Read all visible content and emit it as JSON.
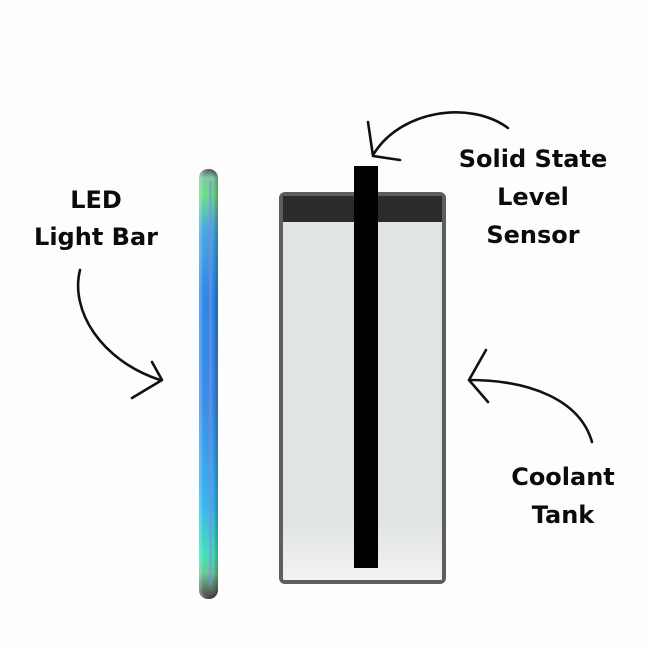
{
  "diagram": {
    "labels": {
      "led_light_bar": [
        "LED",
        "Light Bar"
      ],
      "solid_state_level_sensor": [
        "Solid State",
        "Level",
        "Sensor"
      ],
      "coolant_tank": [
        "Coolant",
        "Tank"
      ]
    },
    "components": {
      "led_bar": {
        "colors": [
          "#6fdc8a",
          "#2f86e8",
          "#39b4ee",
          "#46e0b6"
        ],
        "end_cap_color": "#555555"
      },
      "tank": {
        "fill_color": "#e0e4e3",
        "border_color": "#5e5e5e",
        "cap_color": "#2c2c2c"
      },
      "sensor": {
        "color": "#000000"
      }
    },
    "arrows": [
      {
        "from": "led_light_bar",
        "to": "led_bar",
        "icon": "curved-arrow-icon"
      },
      {
        "from": "solid_state_level_sensor",
        "to": "sensor",
        "icon": "curved-arrow-icon"
      },
      {
        "from": "coolant_tank",
        "to": "tank",
        "icon": "curved-arrow-icon"
      }
    ]
  }
}
